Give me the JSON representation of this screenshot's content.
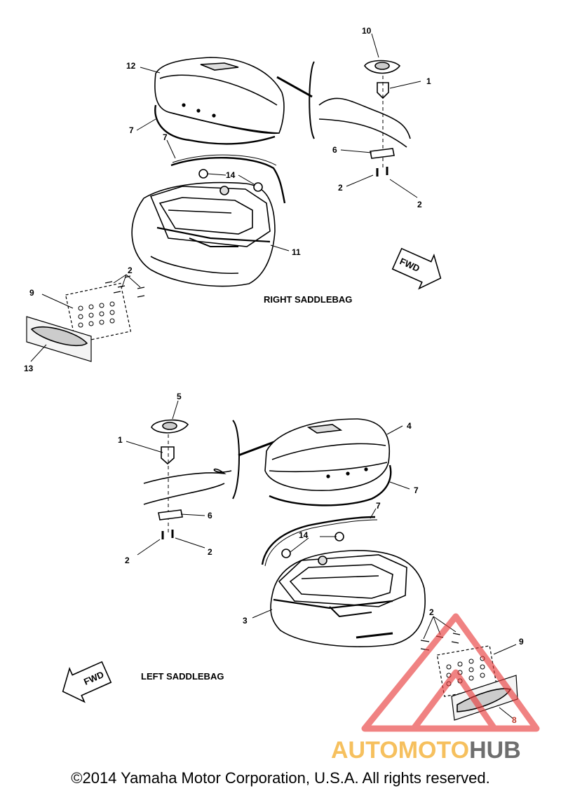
{
  "sections": {
    "right": "RIGHT SADDLEBAG",
    "left": "LEFT SADDLEBAG"
  },
  "fwd_label": "FWD",
  "callouts": {
    "r10": "10",
    "r1": "1",
    "r12": "12",
    "r7a": "7",
    "r7b": "7",
    "r14": "14",
    "r6": "6",
    "r2a": "2",
    "r2b": "2",
    "r11": "11",
    "r2c": "2",
    "r9": "9",
    "r13": "13",
    "l5": "5",
    "l1": "1",
    "l4": "4",
    "l7a": "7",
    "l6": "6",
    "l7b": "7",
    "l14": "14",
    "l2a": "2",
    "l2b": "2",
    "l3": "3",
    "l2c": "2",
    "l9": "9",
    "l8": "8"
  },
  "watermark": {
    "part1": "AUTOMOTO",
    "part2": "HUB",
    "color1": "#f5b642",
    "color2": "#555555",
    "triangle_color": "#e83b3b"
  },
  "copyright": "©2014 Yamaha Motor Corporation, U.S.A. All rights reserved."
}
